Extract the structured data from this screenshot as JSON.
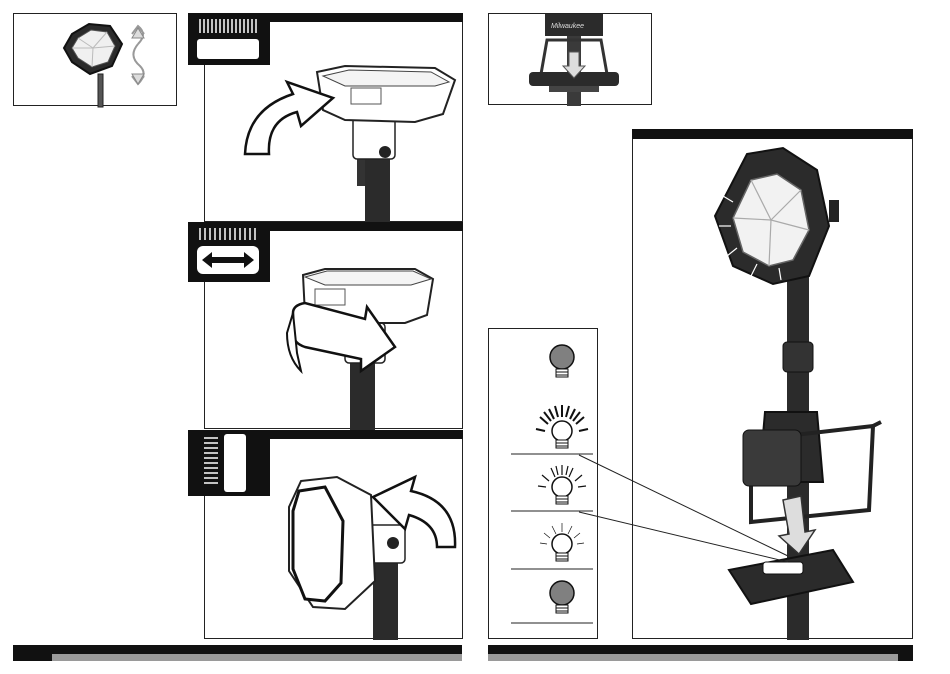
{
  "page": {
    "brand_label": "Milwaukee"
  },
  "manual": {
    "left_page": {
      "figures": [
        {
          "id": "fig-tilt-thumb",
          "icon": "rotate-up-down-arrows-icon"
        },
        {
          "id": "fig-tilt",
          "icon": "curved-arrow-icon"
        },
        {
          "id": "fig-swivel",
          "icon": "double-horizontal-arrow-icon"
        },
        {
          "id": "fig-rotate",
          "icon": "curved-arrow-icon"
        }
      ]
    },
    "right_page": {
      "figures": [
        {
          "id": "fig-mount-thumb",
          "icon": "down-arrow-icon"
        },
        {
          "id": "fig-light-modes",
          "icon": "bulb-icon"
        }
      ],
      "light_modes": [
        {
          "state": "off",
          "icon": "bulb-off-icon"
        },
        {
          "state": "high",
          "icon": "bulb-high-icon"
        },
        {
          "state": "medium",
          "icon": "bulb-medium-icon"
        },
        {
          "state": "low",
          "icon": "bulb-low-icon"
        },
        {
          "state": "off",
          "icon": "bulb-off-icon"
        }
      ]
    }
  },
  "colors": {
    "ink": "#111111",
    "housing": "#2b2b2b",
    "lens": "#f2f2f2",
    "bulb_off": "#808080",
    "footer_gray": "#9a9a9a"
  }
}
